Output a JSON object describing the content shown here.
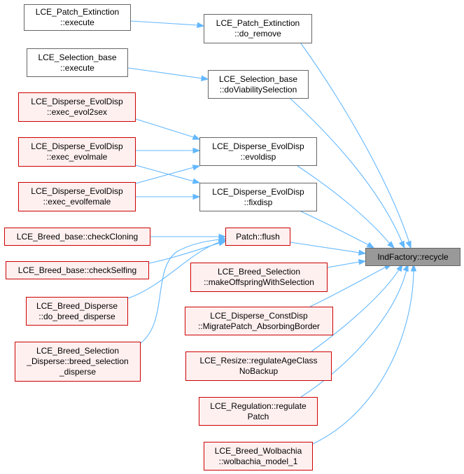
{
  "nodes": {
    "patch_ext_execute": [
      "LCE_Patch_Extinction",
      "::execute"
    ],
    "patch_ext_do_remove": [
      "LCE_Patch_Extinction",
      "::do_remove"
    ],
    "sel_base_execute": [
      "LCE_Selection_base",
      "::execute"
    ],
    "sel_base_do_viability": [
      "LCE_Selection_base",
      "::doViabilitySelection"
    ],
    "evol2sex": [
      "LCE_Disperse_EvolDisp",
      "::exec_evol2sex"
    ],
    "evolmale": [
      "LCE_Disperse_EvolDisp",
      "::exec_evolmale"
    ],
    "evolfemale": [
      "LCE_Disperse_EvolDisp",
      "::exec_evolfemale"
    ],
    "evoldisp": [
      "LCE_Disperse_EvolDisp",
      "::evoldisp"
    ],
    "fixdisp": [
      "LCE_Disperse_EvolDisp",
      "::fixdisp"
    ],
    "check_cloning": [
      "LCE_Breed_base::checkCloning"
    ],
    "check_selfing": [
      "LCE_Breed_base::checkSelfing"
    ],
    "patch_flush": [
      "Patch::flush"
    ],
    "do_breed_disperse": [
      "LCE_Breed_Disperse",
      "::do_breed_disperse"
    ],
    "breed_selection_disperse": [
      "LCE_Breed_Selection",
      "_Disperse::breed_selection",
      "_disperse"
    ],
    "make_offspring": [
      "LCE_Breed_Selection",
      "::makeOffspringWithSelection"
    ],
    "migrate_patch": [
      "LCE_Disperse_ConstDisp",
      "::MigratePatch_AbsorbingBorder"
    ],
    "regulate_age": [
      "LCE_Resize::regulateAgeClass",
      "NoBackup"
    ],
    "regulate_patch": [
      "LCE_Regulation::regulate",
      "Patch"
    ],
    "wolbachia": [
      "LCE_Breed_Wolbachia",
      "::wolbachia_model_1"
    ],
    "recycle": [
      "IndFactory::recycle"
    ]
  },
  "colors": {
    "edge": "#63b8ff",
    "default_border": "#666666",
    "highlight_border": "#cc0000",
    "highlight_fill": "#fff0f0",
    "focus_fill": "#999999"
  }
}
